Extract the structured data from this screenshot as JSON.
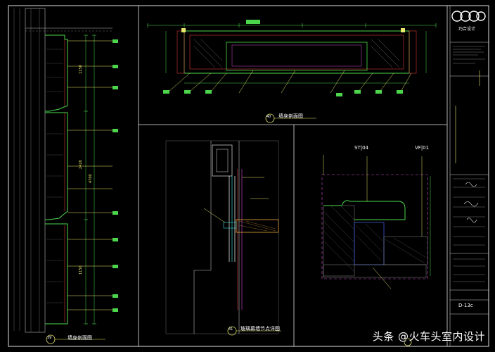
{
  "drawing": {
    "panel_titles": {
      "p39": {
        "number": "39",
        "title": "墙身剖面图"
      },
      "p40": {
        "number": "40",
        "title": "墙身剖面图"
      },
      "p41": {
        "number": "41",
        "title": "玻璃幕墙节点详图"
      }
    },
    "section_tags": {
      "st": "ST|04",
      "vf": "VF|01"
    }
  },
  "title_block": {
    "logo_text": "巧合设计",
    "sheet_number": "D-13c"
  },
  "watermark": "头条 @火车头室内设计",
  "colors": {
    "background": "#000000",
    "frame": "#e0e0e0",
    "yellow": "#e8e86a",
    "green": "#4cd64c",
    "red": "#d63a3a",
    "magenta": "#d24ed2",
    "cyan": "#3ad6d6",
    "blue": "#3a5ad6"
  }
}
